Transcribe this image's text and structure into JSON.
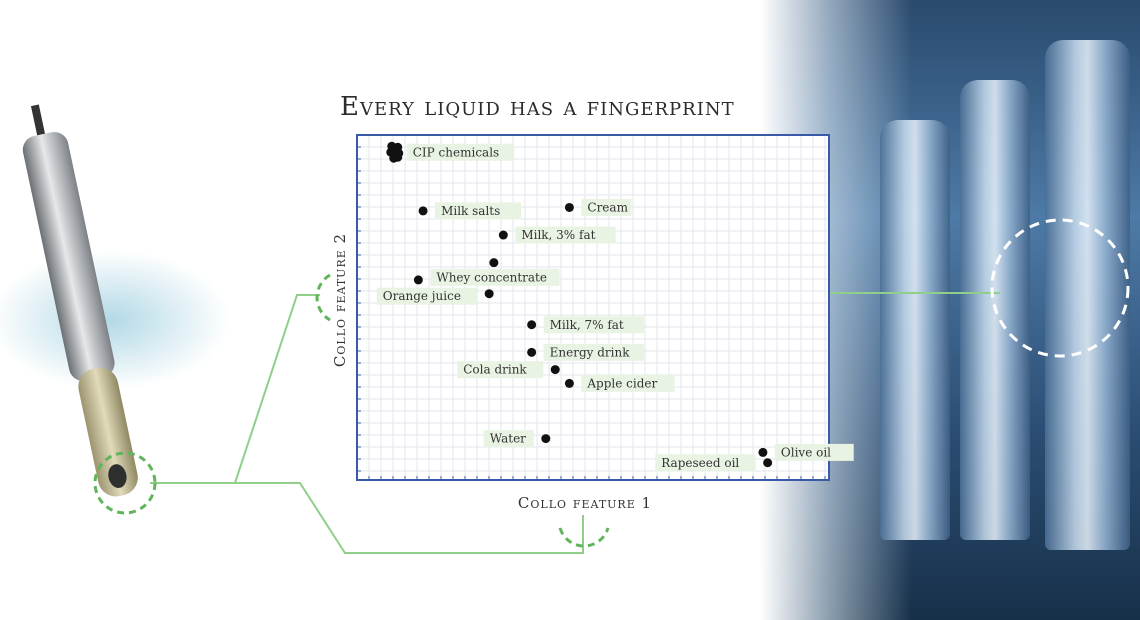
{
  "title": "Every liquid has a fingerprint",
  "chart_data": {
    "type": "scatter",
    "title": "Every liquid has a fingerprint",
    "xlabel": "Collo feature 1",
    "ylabel": "Collo feature 2",
    "xlim": [
      0,
      100
    ],
    "ylim": [
      0,
      100
    ],
    "grid": true,
    "points": [
      {
        "label": "CIP chemicals",
        "x": 8,
        "y": 95
      },
      {
        "label": "Cream",
        "x": 45,
        "y": 79
      },
      {
        "label": "Milk salts",
        "x": 14,
        "y": 78
      },
      {
        "label": "Milk, 3% fat",
        "x": 31,
        "y": 71
      },
      {
        "label": "",
        "x": 29,
        "y": 63
      },
      {
        "label": "Whey concentrate",
        "x": 13,
        "y": 58
      },
      {
        "label": "Orange juice",
        "x": 28,
        "y": 54
      },
      {
        "label": "Milk, 7% fat",
        "x": 37,
        "y": 45
      },
      {
        "label": "Energy drink",
        "x": 37,
        "y": 37
      },
      {
        "label": "Cola drink",
        "x": 42,
        "y": 32
      },
      {
        "label": "Apple cider",
        "x": 45,
        "y": 28
      },
      {
        "label": "Water",
        "x": 40,
        "y": 12
      },
      {
        "label": "Olive oil",
        "x": 86,
        "y": 8
      },
      {
        "label": "Rapeseed oil",
        "x": 87,
        "y": 5
      }
    ]
  }
}
